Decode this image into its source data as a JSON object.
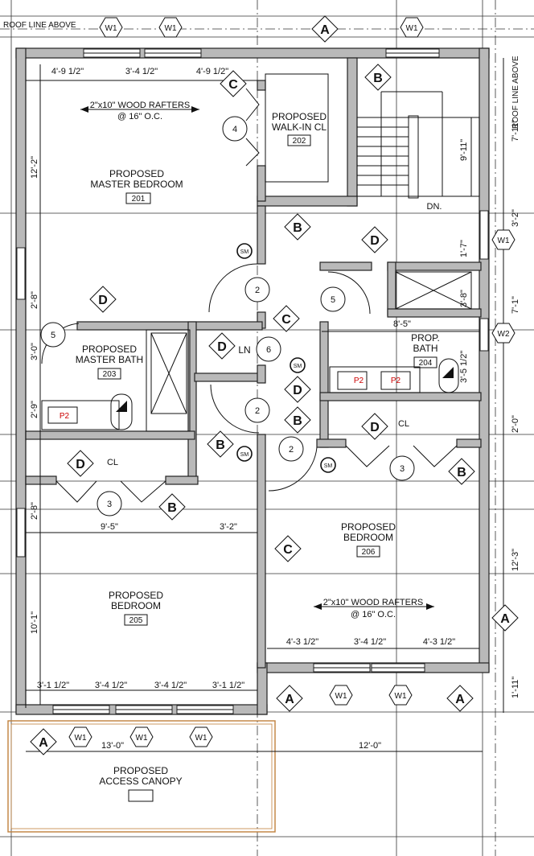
{
  "header": {
    "roof_line_above_top": "ROOF LINE ABOVE",
    "roof_line_above_side": "ROOF LINE ABOVE"
  },
  "rooms": {
    "master_bedroom": {
      "name_line1": "PROPOSED",
      "name_line2": "MASTER BEDROOM",
      "number": "201"
    },
    "walk_in_closet": {
      "name_line1": "PROPOSED",
      "name_line2": "WALK-IN CL",
      "number": "202"
    },
    "master_bath": {
      "name_line1": "PROPOSED",
      "name_line2": "MASTER BATH",
      "number": "203"
    },
    "bath_204": {
      "name_line1": "PROP.",
      "name_line2": "BATH",
      "number": "204"
    },
    "bedroom_205": {
      "name_line1": "PROPOSED",
      "name_line2": "BEDROOM",
      "number": "205"
    },
    "bedroom_206": {
      "name_line1": "PROPOSED",
      "name_line2": "BEDROOM",
      "number": "206"
    },
    "access_canopy": {
      "name_line1": "PROPOSED",
      "name_line2": "ACCESS CANOPY"
    },
    "linen": "LN",
    "closet": "CL",
    "stair_down": "DN."
  },
  "notes": {
    "rafters_top": {
      "line1": "2\"x10\" WOOD RAFTERS",
      "line2": "@ 16\" O.C."
    },
    "rafters_bottom": {
      "line1": "2\"x10\" WOOD RAFTERS",
      "line2": "@ 16\" O.C."
    }
  },
  "dimensions": {
    "top_row": [
      "4'-9 1/2\"",
      "3'-4 1/2\"",
      "4'-9 1/2\""
    ],
    "master_depth": "12'-2\"",
    "left_2_8_a": "2'-8\"",
    "left_2_9": "2'-9\"",
    "left_2_8_b": "2'-8\"",
    "left_10_1": "10'-1\"",
    "left_small": "3'-0\"",
    "closet_row": [
      "9'-5\"",
      "3'-2\""
    ],
    "bottom_left_row": [
      "3'-1 1/2\"",
      "3'-4 1/2\"",
      "3'-4 1/2\"",
      "3'-1 1/2\""
    ],
    "bottom_right_row": [
      "4'-3 1/2\"",
      "3'-4 1/2\"",
      "4'-3 1/2\""
    ],
    "canopy_width": "13'-0\"",
    "right_width": "12'-0\"",
    "stair_run": "9'-11\"",
    "bath_width": "8'-5\"",
    "bath_depth_a": "3'-8\"",
    "bath_depth_b": "3'-5 1/2\"",
    "right_7_11": "7'-11\"",
    "right_3_2": "3'-2\"",
    "right_1_7": "1'-7\"",
    "right_7_1": "7'-1\"",
    "right_2_0": "2'-0\"",
    "right_12_3": "12'-3\"",
    "right_1_11": "1'-11\""
  },
  "tags": {
    "wall_types": [
      "A",
      "B",
      "C",
      "D"
    ],
    "door_numbers": [
      "2",
      "3",
      "4",
      "5",
      "6"
    ],
    "windows": [
      "W1",
      "W2"
    ],
    "smoke": "SM",
    "fixture": "P2"
  }
}
